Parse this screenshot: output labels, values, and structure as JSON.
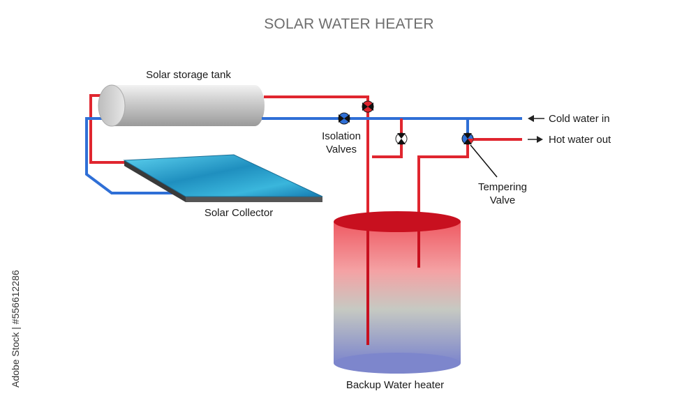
{
  "title": "SOLAR WATER HEATER",
  "labels": {
    "storage_tank": "Solar storage tank",
    "collector": "Solar Collector",
    "isolation_valves_line1": "Isolation",
    "isolation_valves_line2": "Valves",
    "cold_water_in": "Cold water in",
    "hot_water_out": "Hot water out",
    "tempering_valve_line1": "Tempering",
    "tempering_valve_line2": "Valve",
    "backup_heater": "Backup Water heater"
  },
  "watermark": "Adobe Stock | #556612286",
  "colors": {
    "hot_pipe": "#e0262f",
    "cold_pipe": "#2f6fd6",
    "tank_top": "#c8101f",
    "tank_bottom": "#7f89cc",
    "collector": "#2aa8cf",
    "arrow": "#222222"
  }
}
